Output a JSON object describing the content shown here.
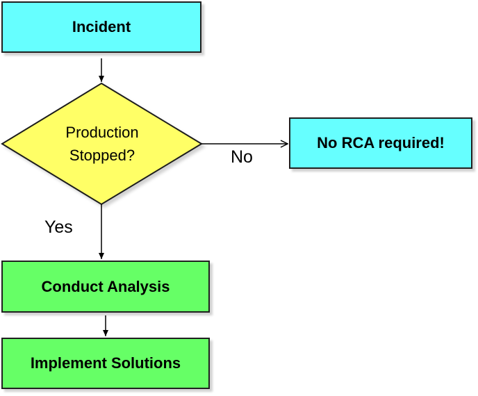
{
  "nodes": {
    "incident": "Incident",
    "decision_line1": "Production",
    "decision_line2": "Stopped?",
    "no_rca": "No RCA required!",
    "analysis": "Conduct Analysis",
    "solutions": "Implement Solutions"
  },
  "edges": {
    "no": "No",
    "yes": "Yes"
  },
  "colors": {
    "process_box": "#66ffff",
    "decision": "#ffff66",
    "action_box": "#66ff66"
  }
}
